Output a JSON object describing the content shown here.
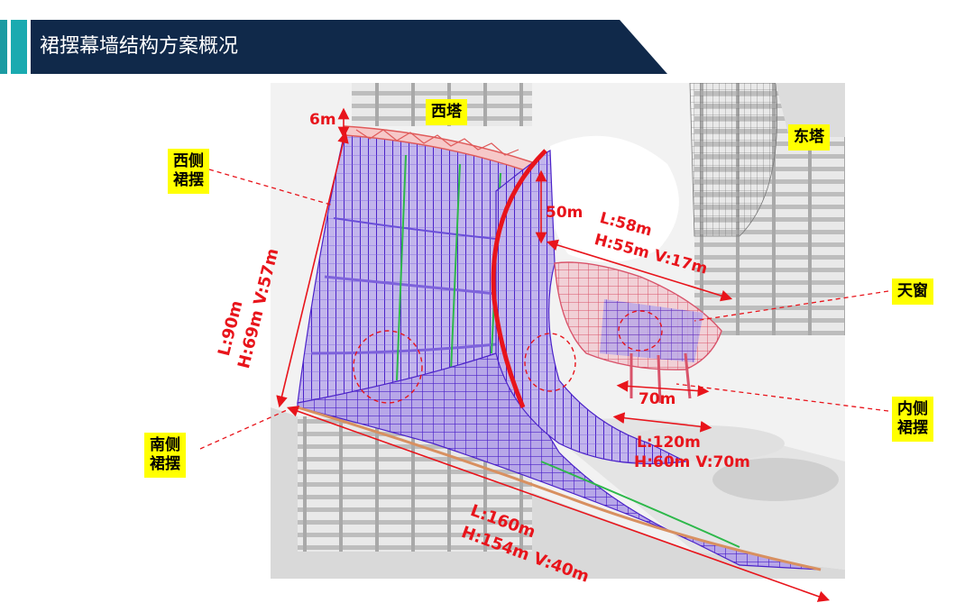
{
  "slide": {
    "title": "裙摆幕墙结构方案概况"
  },
  "labels": {
    "west_tower": "西塔",
    "east_tower": "东塔",
    "west_skirt_line1": "西侧",
    "west_skirt_line2": "裙摆",
    "south_skirt_line1": "南侧",
    "south_skirt_line2": "裙摆",
    "inner_skirt_line1": "内侧",
    "inner_skirt_line2": "裙摆",
    "skylight": "天窗"
  },
  "dimensions": {
    "top_height": "6m",
    "inner_height": "50m",
    "skylight_len": "L:58m",
    "skylight_hv": "H:55m V:17m",
    "skylight_width": "70m",
    "west_len": "L:90m",
    "west_hv": "H:69m V:57m",
    "inner_len": "L:120m",
    "inner_hv": "H:60m V:70m",
    "south_len": "L:160m",
    "south_hv": "H:154m V:40m"
  },
  "colors": {
    "banner": "#10294a",
    "accent": "#1aaab0",
    "label_bg": "#ffff00",
    "dimension": "#e8141b",
    "frame_purple": "#5a2fd6",
    "frame_green": "#2db84a",
    "frame_pink": "#e46a7a"
  }
}
